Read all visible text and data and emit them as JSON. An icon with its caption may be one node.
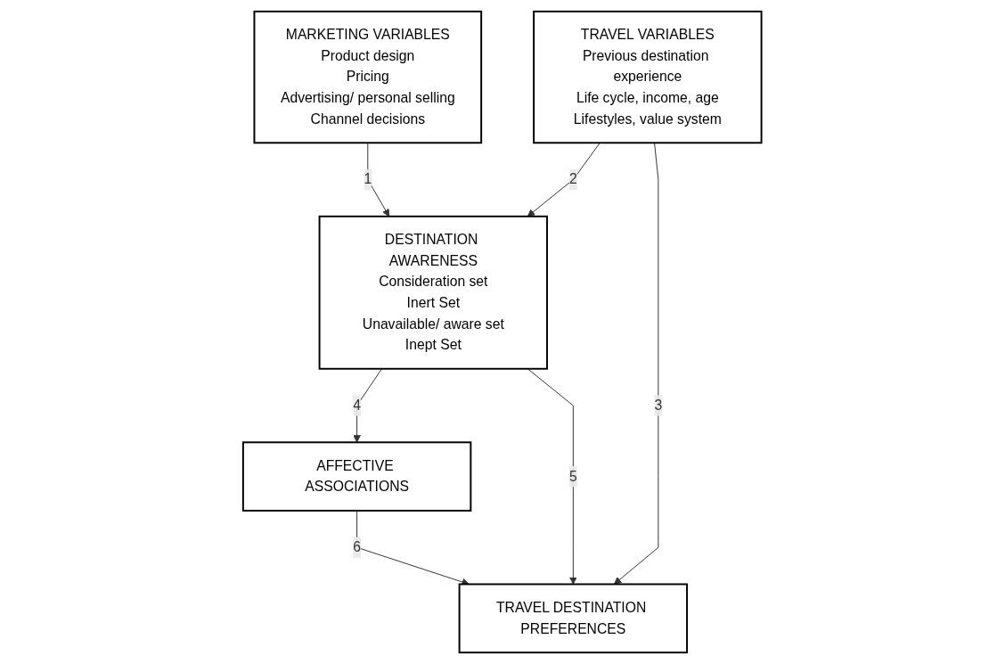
{
  "diagram": {
    "nodes": [
      {
        "text": [
          "MARKETING VARIABLES",
          "Product design",
          "Pricing",
          "Advertising/ personal selling",
          "Channel decisions"
        ]
      },
      {
        "text": [
          "TRAVEL VARIABLES",
          "Previous destination experience",
          "Life cycle, income, age",
          "Lifestyles, value system"
        ]
      },
      {
        "text": [
          "DESTINATION AWARENESS",
          "Consideration set",
          "Inert Set",
          "Unavailable/ aware set",
          "Inept Set"
        ]
      },
      {
        "text": [
          "AFFECTIVE ASSOCIATIONS"
        ]
      },
      {
        "text": [
          "TRAVEL DESTINATION PREFERENCES"
        ]
      }
    ],
    "edges": [
      {
        "from": 0,
        "to": 2,
        "arrow": "to",
        "label": "1"
      },
      {
        "from": 1,
        "to": 2,
        "arrow": "to",
        "label": "2"
      },
      {
        "from": 1,
        "to": 4,
        "arrow": "to",
        "label": "3"
      },
      {
        "from": 2,
        "to": 3,
        "arrow": "to",
        "label": "4"
      },
      {
        "from": 2,
        "to": 4,
        "arrow": "to",
        "label": "5"
      },
      {
        "from": 3,
        "to": 4,
        "arrow": "to",
        "label": "6"
      }
    ]
  }
}
